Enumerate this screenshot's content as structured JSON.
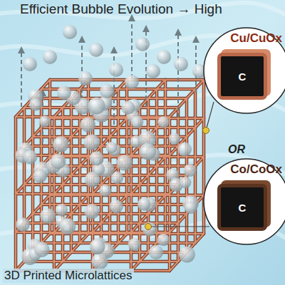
{
  "diagram": {
    "title": "Efficient Bubble Evolution → High",
    "nodes": [
      {
        "text": [
          "Cu/CuOx"
        ]
      },
      {
        "text": [
          "C"
        ],
        "in": 0
      },
      {
        "text": [
          "Co/CoOx"
        ]
      },
      {
        "text": [
          "C"
        ],
        "in": 2
      }
    ],
    "labels": [
      "OR",
      "3D Printed Microlattices"
    ]
  }
}
